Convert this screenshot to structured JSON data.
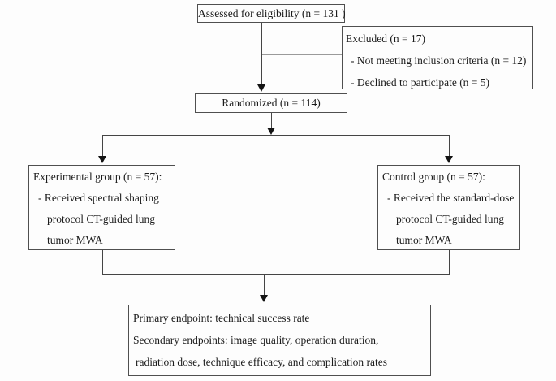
{
  "diagram": {
    "assessed": {
      "text": "Assessed for eligibility (n = 131 )"
    },
    "excluded": {
      "title": "Excluded (n = 17)",
      "items": [
        "- Not meeting inclusion criteria (n = 12)",
        "- Declined to participate (n = 5)"
      ]
    },
    "randomized": {
      "text": "Randomized (n = 114)"
    },
    "experimental": {
      "title": "Experimental group (n = 57):",
      "line1": "- Received spectral shaping",
      "line2": "protocol CT-guided lung",
      "line3": "tumor MWA"
    },
    "control": {
      "title": "Control group (n = 57):",
      "line1": "- Received the standard-dose",
      "line2": "protocol CT-guided lung",
      "line3": "tumor MWA"
    },
    "endpoints": {
      "line1": "Primary endpoint: technical success rate",
      "line2": "Secondary endpoints: image quality, operation duration,",
      "line3": "radiation dose, technique efficacy, and complication rates"
    }
  },
  "colors": {
    "box_border": "#4f4f4f",
    "connector": "#454545",
    "light_connector": "#9a9a9a",
    "arrowhead": "#141414",
    "background": "#fdfdfd"
  }
}
